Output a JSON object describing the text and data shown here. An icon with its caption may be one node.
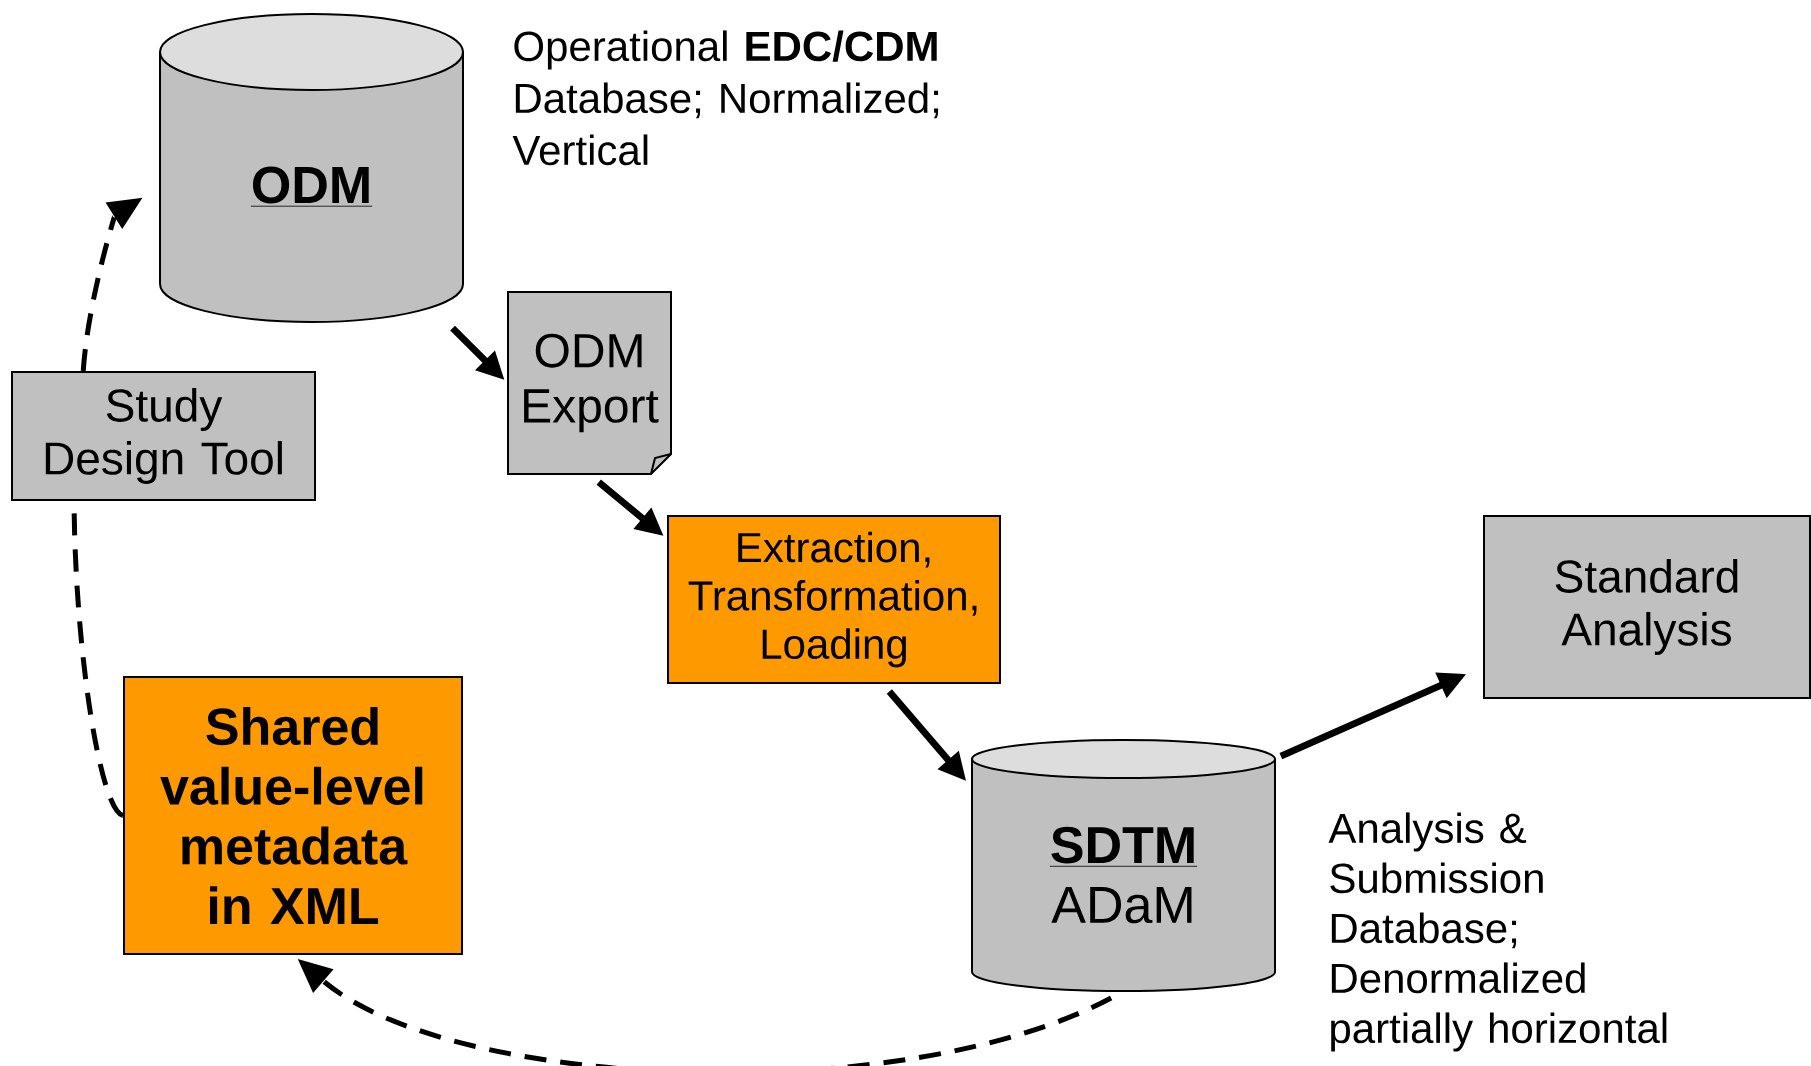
{
  "diagram": {
    "nodes": [
      {
        "text": [
          "ODM"
        ],
        "beside": [
          "Operational **EDC/CDM** Database; Normalized; Vertical"
        ]
      },
      {
        "text": [
          "ODM Export"
        ]
      },
      {
        "text": [
          "Study Design Tool"
        ]
      },
      {
        "text": [
          "Extraction, Transformation, Loading"
        ]
      },
      {
        "text": [
          "Standard Analysis"
        ]
      },
      {
        "text": [
          "Shared value-level metadata in XML"
        ]
      },
      {
        "text": [
          "SDTM",
          "ADaM"
        ],
        "beside": [
          "Analysis & Submission Database; Denormalized partially horizontal"
        ]
      }
    ],
    "edges": [
      {
        "from": 0,
        "to": 1,
        "arrow": "to"
      },
      {
        "from": 1,
        "to": 3,
        "arrow": "to"
      },
      {
        "from": 3,
        "to": 6,
        "arrow": "to"
      },
      {
        "from": 6,
        "to": 4,
        "arrow": "to"
      },
      {
        "from": 6,
        "to": 5,
        "arrow": "to",
        "style": "dashed"
      },
      {
        "from": 5,
        "to": 2,
        "arrow": "none",
        "style": "dashed"
      },
      {
        "from": 2,
        "to": 0,
        "arrow": "to",
        "style": "dashed"
      }
    ]
  }
}
